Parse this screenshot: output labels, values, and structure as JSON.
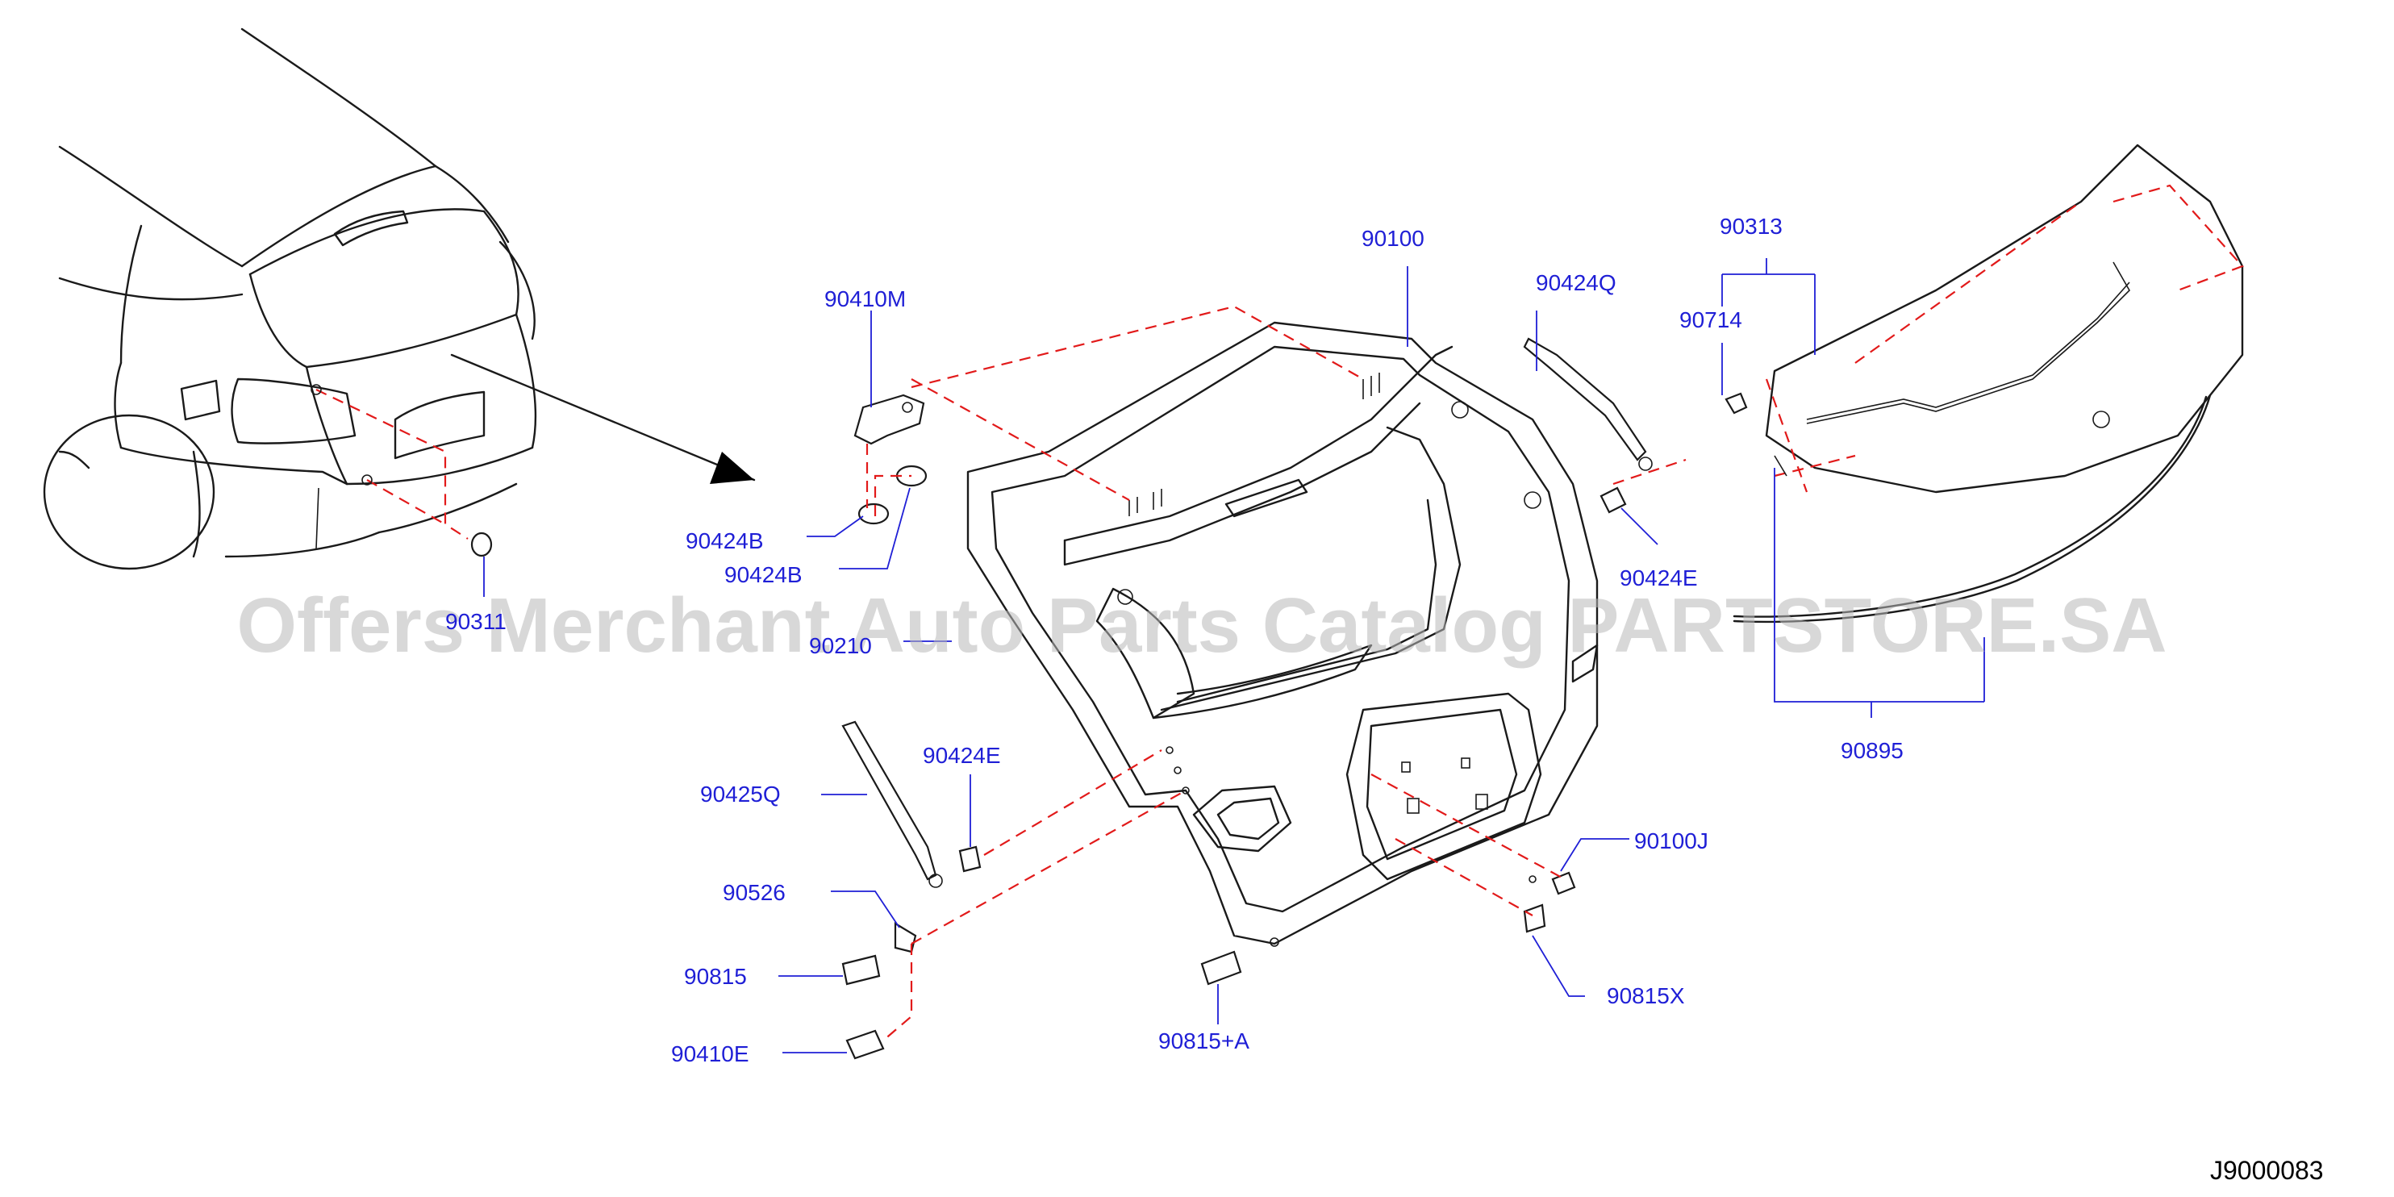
{
  "diagram": {
    "drawing_id": "J9000083",
    "watermark": "Offers Merchant Auto Parts Catalog PARTSTORE.SA",
    "callouts": [
      {
        "id": "90100",
        "label": "90100"
      },
      {
        "id": "90410M",
        "label": "90410M"
      },
      {
        "id": "90424B_1",
        "label": "90424B"
      },
      {
        "id": "90424B_2",
        "label": "90424B"
      },
      {
        "id": "90311",
        "label": "90311"
      },
      {
        "id": "90210",
        "label": "90210"
      },
      {
        "id": "90424Q",
        "label": "90424Q"
      },
      {
        "id": "90424E_1",
        "label": "90424E"
      },
      {
        "id": "90313",
        "label": "90313"
      },
      {
        "id": "90714",
        "label": "90714"
      },
      {
        "id": "90895",
        "label": "90895"
      },
      {
        "id": "90425Q",
        "label": "90425Q"
      },
      {
        "id": "90424E_2",
        "label": "90424E"
      },
      {
        "id": "90526",
        "label": "90526"
      },
      {
        "id": "90815",
        "label": "90815"
      },
      {
        "id": "90410E",
        "label": "90410E"
      },
      {
        "id": "90815A",
        "label": "90815+A"
      },
      {
        "id": "90100J",
        "label": "90100J"
      },
      {
        "id": "90815X",
        "label": "90815X"
      }
    ]
  },
  "colors": {
    "callout_text": "#1f1fd6",
    "leader_line": "#1f1fd6",
    "dashed_guide": "#e21a1a",
    "line_art": "#1a1a1a",
    "watermark": "#b9b9b9"
  }
}
